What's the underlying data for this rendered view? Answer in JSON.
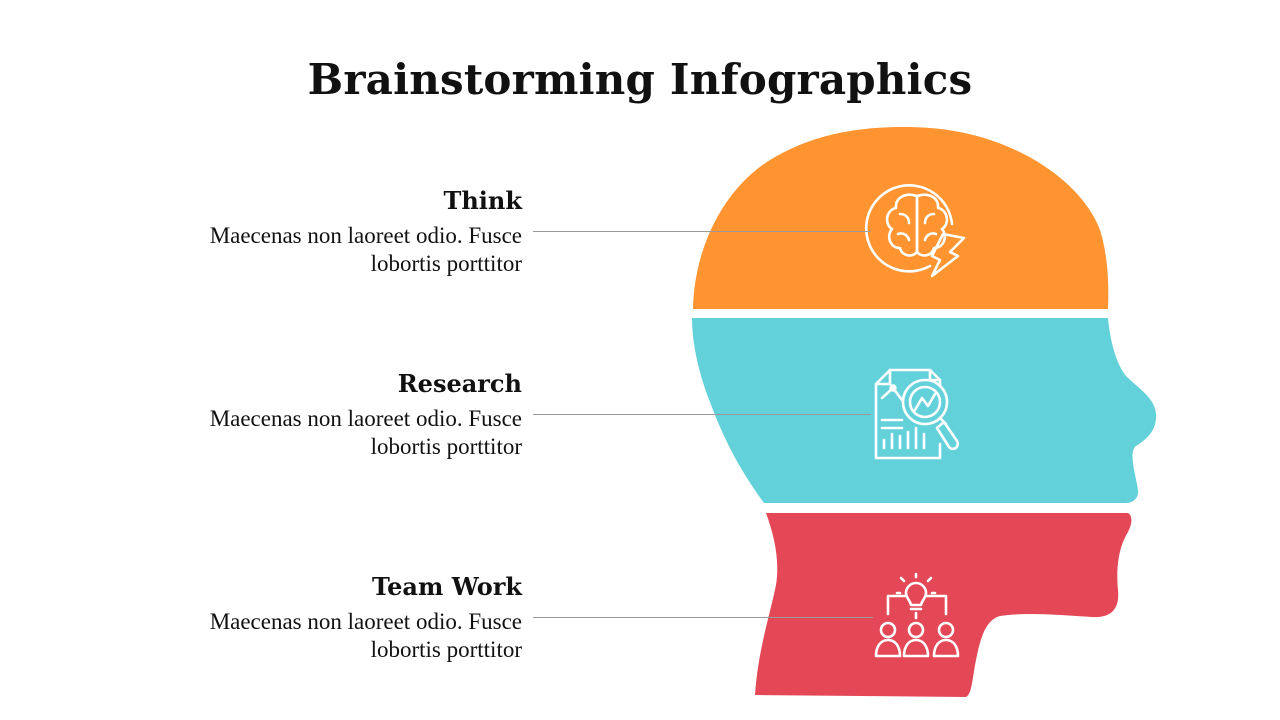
{
  "title": "Brainstorming Infographics",
  "colors": {
    "think": "#FF9430",
    "research": "#63D1DA",
    "teamwork": "#E44857",
    "connector": "#9A9A9A"
  },
  "items": [
    {
      "heading": "Think",
      "description_line1": "Maecenas non laoreet odio. Fusce",
      "description_line2": "lobortis porttitor",
      "icon": "brain-lightning-icon"
    },
    {
      "heading": "Research",
      "description_line1": "Maecenas non laoreet odio. Fusce",
      "description_line2": "lobortis porttitor",
      "icon": "report-magnifier-icon"
    },
    {
      "heading": "Team Work",
      "description_line1": "Maecenas non laoreet odio. Fusce",
      "description_line2": "lobortis porttitor",
      "icon": "team-lightbulb-icon"
    }
  ]
}
